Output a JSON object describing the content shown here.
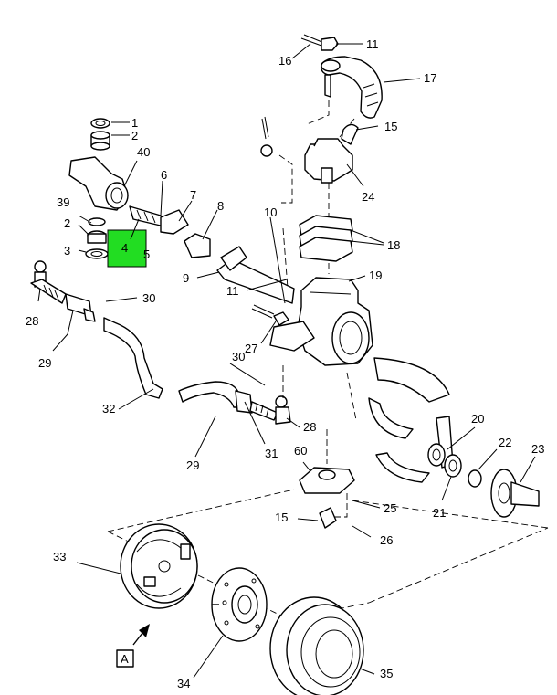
{
  "highlight": {
    "label": "4",
    "color": "#22dd22"
  },
  "view_marker": "A",
  "callouts": [
    {
      "id": "c1",
      "text": "1"
    },
    {
      "id": "c2a",
      "text": "2"
    },
    {
      "id": "c2b",
      "text": "2"
    },
    {
      "id": "c3",
      "text": "3"
    },
    {
      "id": "c5",
      "text": "5"
    },
    {
      "id": "c6",
      "text": "6"
    },
    {
      "id": "c7",
      "text": "7"
    },
    {
      "id": "c8",
      "text": "8"
    },
    {
      "id": "c9",
      "text": "9"
    },
    {
      "id": "c10",
      "text": "10"
    },
    {
      "id": "c11a",
      "text": "11"
    },
    {
      "id": "c11b",
      "text": "11"
    },
    {
      "id": "c15a",
      "text": "15"
    },
    {
      "id": "c15b",
      "text": "15"
    },
    {
      "id": "c16",
      "text": "16"
    },
    {
      "id": "c17",
      "text": "17"
    },
    {
      "id": "c18",
      "text": "18"
    },
    {
      "id": "c19",
      "text": "19"
    },
    {
      "id": "c20",
      "text": "20"
    },
    {
      "id": "c21",
      "text": "21"
    },
    {
      "id": "c22",
      "text": "22"
    },
    {
      "id": "c23",
      "text": "23"
    },
    {
      "id": "c24",
      "text": "24"
    },
    {
      "id": "c25",
      "text": "25"
    },
    {
      "id": "c26",
      "text": "26"
    },
    {
      "id": "c27",
      "text": "27"
    },
    {
      "id": "c28a",
      "text": "28"
    },
    {
      "id": "c28b",
      "text": "28"
    },
    {
      "id": "c29a",
      "text": "29"
    },
    {
      "id": "c29b",
      "text": "29"
    },
    {
      "id": "c30a",
      "text": "30"
    },
    {
      "id": "c30b",
      "text": "30"
    },
    {
      "id": "c31",
      "text": "31"
    },
    {
      "id": "c32",
      "text": "32"
    },
    {
      "id": "c33",
      "text": "33"
    },
    {
      "id": "c34",
      "text": "34"
    },
    {
      "id": "c35",
      "text": "35"
    },
    {
      "id": "c39",
      "text": "39"
    },
    {
      "id": "c40",
      "text": "40"
    },
    {
      "id": "c60",
      "text": "60"
    }
  ]
}
